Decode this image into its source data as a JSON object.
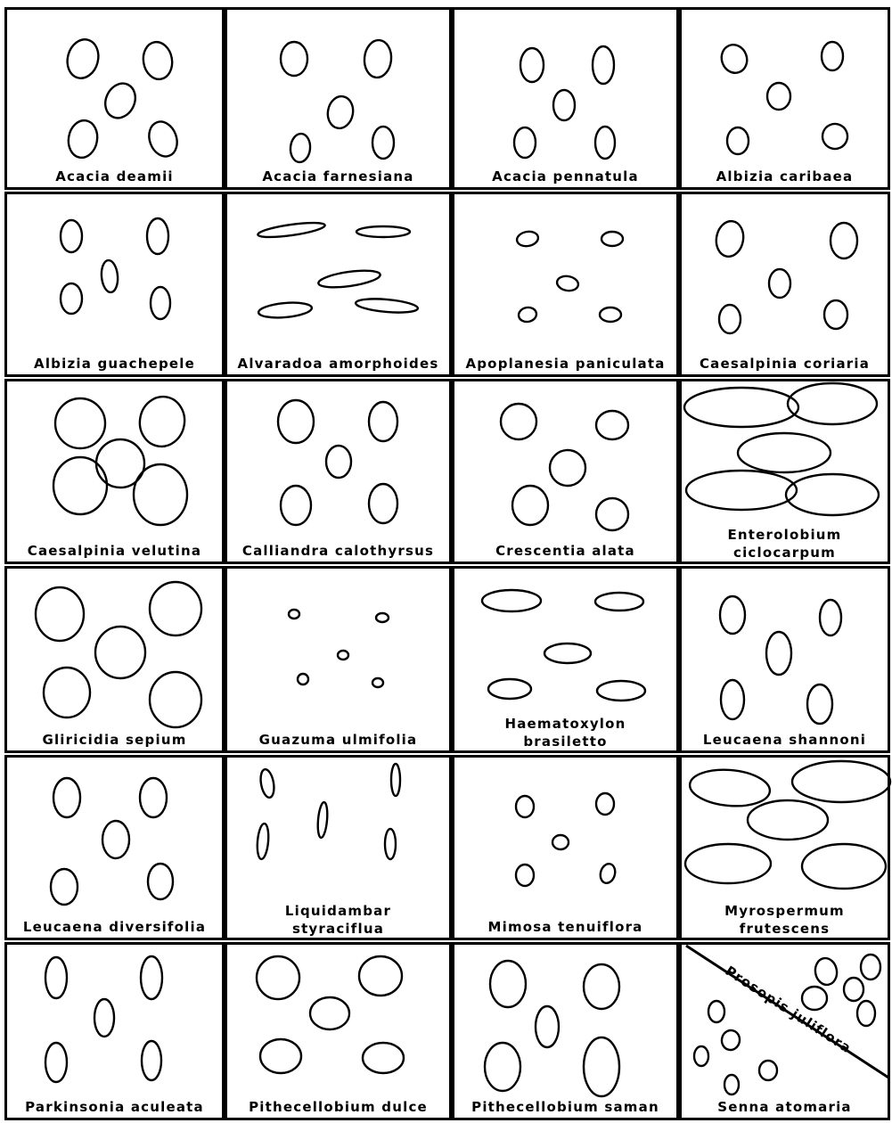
{
  "plate": {
    "cells": [
      {
        "label": "Acacia deamii"
      },
      {
        "label": "Acacia farnesiana"
      },
      {
        "label": "Acacia pennatula"
      },
      {
        "label": "Albizia caribaea"
      },
      {
        "label": "Albizia guachepele"
      },
      {
        "label": "Alvaradoa amorphoides"
      },
      {
        "label": "Apoplanesia paniculata"
      },
      {
        "label": "Caesalpinia coriaria"
      },
      {
        "label": "Caesalpinia velutina"
      },
      {
        "label": "Calliandra calothyrsus"
      },
      {
        "label": "Crescentia alata"
      },
      {
        "label": "Enterolobium",
        "label2": "ciclocarpum"
      },
      {
        "label": "Gliricidia sepium"
      },
      {
        "label": "Guazuma ulmifolia"
      },
      {
        "label": "Haematoxylon",
        "label2": "brasiletto"
      },
      {
        "label": "Leucaena shannoni"
      },
      {
        "label": "Leucaena diversifolia"
      },
      {
        "label": "Liquidambar",
        "label2": "styraciflua"
      },
      {
        "label": "Mimosa tenuiflora"
      },
      {
        "label": "Myrospermum",
        "label2": "frutescens"
      },
      {
        "label": "Parkinsonia aculeata"
      },
      {
        "label": "Pithecellobium dulce"
      },
      {
        "label": "Pithecellobium saman"
      },
      {
        "label": "Senna atomaria",
        "diagonal_label": "Prosopis juliflora"
      }
    ]
  }
}
